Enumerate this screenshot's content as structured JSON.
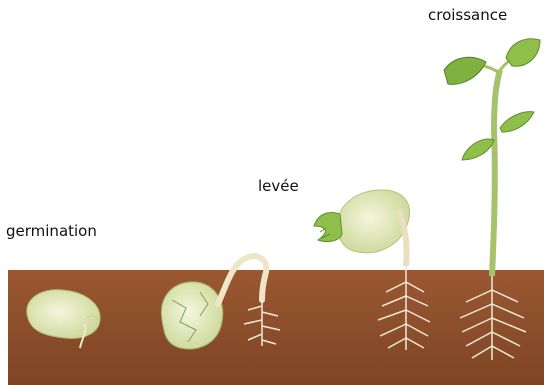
{
  "labels": {
    "stage_1": "germination",
    "stage_2": "levée",
    "stage_3": "croissance"
  },
  "colors": {
    "background": "#ffffff",
    "soil": "#8c4e2a",
    "soil_light": "#a06038",
    "seed": "#e8ecc4",
    "seed_shade": "#c8d48c",
    "root": "#f0ead6",
    "stem": "#a6c26c",
    "leaf": "#8fbf4a",
    "leaf_dark": "#5d8f2e"
  }
}
